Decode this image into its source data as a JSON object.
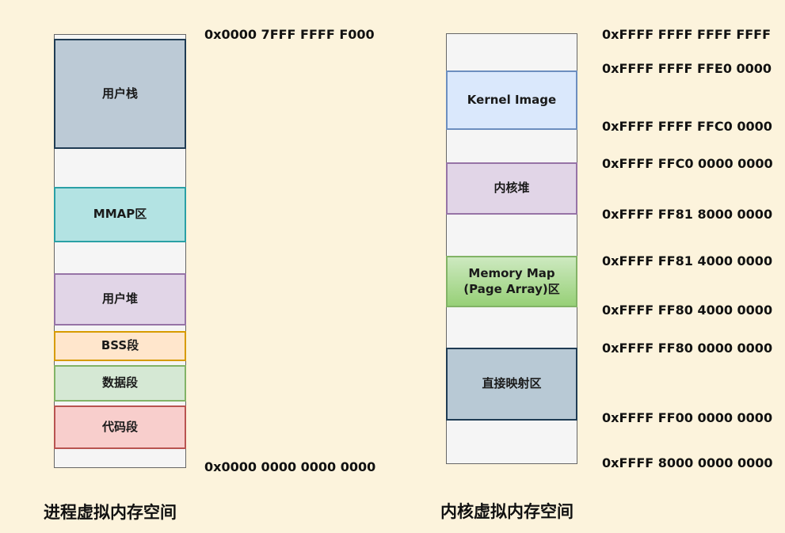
{
  "colors": {
    "background": "#FCF3DC",
    "column_fill": "#F5F5F5",
    "column_border": "#666666",
    "user_stack_fill": "#BCCAD6",
    "user_stack_border": "#1F3B53",
    "mmap_fill": "#B3E3E3",
    "mmap_border": "#2AA0A5",
    "heap_fill": "#E1D5E7",
    "heap_border": "#9673A6",
    "bss_fill": "#FFE6CC",
    "bss_border": "#D79B00",
    "data_fill": "#D5E8D4",
    "data_border": "#82B366",
    "code_fill": "#F8CECC",
    "code_border": "#B85450",
    "kernel_image_fill": "#DAE8FC",
    "kernel_image_border": "#6C8EBF",
    "memory_map_fill_top": "#CDE9C0",
    "memory_map_fill_bottom": "#97D077",
    "direct_map_fill": "#B8C9D5",
    "text": "#1A1A1A"
  },
  "process_space": {
    "title": "进程虚拟内存空间",
    "top_address": "0x0000 7FFF FFFF F000",
    "bottom_address": "0x0000 0000 0000 0000",
    "segments": [
      {
        "label": "用户栈"
      },
      {
        "label": "MMAP区"
      },
      {
        "label": "用户堆"
      },
      {
        "label": "BSS段"
      },
      {
        "label": "数据段"
      },
      {
        "label": "代码段"
      }
    ]
  },
  "kernel_space": {
    "title": "内核虚拟内存空间",
    "segments": [
      {
        "label": "Kernel Image"
      },
      {
        "label": "内核堆"
      },
      {
        "label_line1": "Memory Map",
        "label_line2": "(Page Array)区"
      },
      {
        "label": "直接映射区"
      }
    ],
    "addresses": [
      "0xFFFF FFFF FFFF FFFF",
      "0xFFFF FFFF FFE0 0000",
      "0xFFFF FFFF FFC0 0000",
      "0xFFFF FFC0 0000 0000",
      "0xFFFF FF81 8000 0000",
      "0xFFFF FF81 4000 0000",
      "0xFFFF FF80 4000 0000",
      "0xFFFF FF80 0000 0000",
      "0xFFFF FF00 0000 0000",
      "0xFFFF 8000 0000 0000"
    ]
  }
}
